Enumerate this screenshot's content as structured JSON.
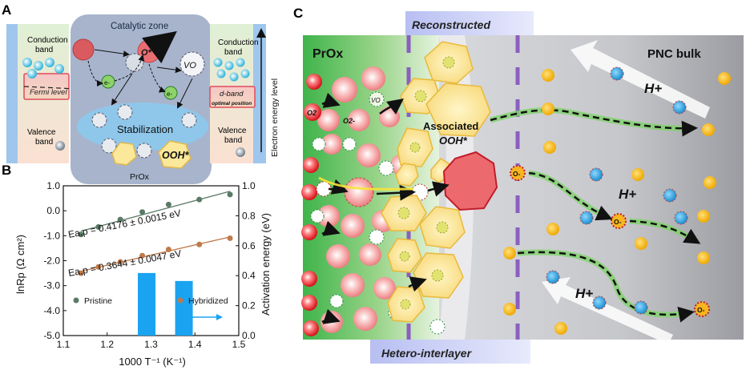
{
  "panelA": {
    "letter": "A",
    "conduction_band_left": [
      "Conduction",
      "band"
    ],
    "fermi_level": "Fermi level",
    "valence_band_left": [
      "Valence",
      "band"
    ],
    "catalytic_zone": "Catalytic zone",
    "o_star": "O*",
    "v_o": "VO",
    "electron": "e-",
    "stabilization": "Stabilization",
    "ooh_star": "OOH*",
    "prox": "PrOx",
    "conduction_band_right": [
      "Conduction",
      "band"
    ],
    "d_band": "d-band",
    "optimal_position": "optimal position",
    "valence_band_right": [
      "Valence",
      "band"
    ],
    "energy_axis": "Electron energy level"
  },
  "panelB": {
    "letter": "B",
    "ylabel_left": "lnRp (Ω cm²)",
    "ylabel_right": "Activation energy (eV)",
    "xlabel": "1000 T⁻¹ (K⁻¹)",
    "eq_pristine": "Ea,p = 0.4176 ± 0.0015 eV",
    "eq_hybridized": "Ea,p = 0.3644 ± 0.0047 eV",
    "legend_pristine": "Pristine",
    "legend_hybridized": "Hybridized"
  },
  "chart_data": {
    "type": "scatter",
    "title": "",
    "xlabel": "1000 T^-1 (K^-1)",
    "ylabel": "lnRp (Ω cm²)",
    "y2label": "Activation energy (eV)",
    "xlim": [
      1.1,
      1.5
    ],
    "ylim": [
      -5.0,
      1.0
    ],
    "y2lim": [
      0.0,
      1.0
    ],
    "xticks": [
      "1.1",
      "1.2",
      "1.3",
      "1.4",
      "1.5"
    ],
    "yticks": [
      "-5.0",
      "-4.0",
      "-3.0",
      "-2.0",
      "-1.0",
      "0.0",
      "1.0"
    ],
    "y2ticks": [
      "0.0",
      "0.2",
      "0.4",
      "0.6",
      "0.8",
      "1.0"
    ],
    "series": [
      {
        "name": "Pristine",
        "color": "#5a7a66",
        "x": [
          1.14,
          1.18,
          1.23,
          1.28,
          1.34,
          1.41,
          1.48
        ],
        "y": [
          -0.95,
          -0.65,
          -0.35,
          -0.05,
          0.25,
          0.45,
          0.65
        ]
      },
      {
        "name": "Hybridized",
        "color": "#c07a4a",
        "x": [
          1.14,
          1.18,
          1.23,
          1.28,
          1.34,
          1.41,
          1.48
        ],
        "y": [
          -2.5,
          -2.25,
          -2.05,
          -1.8,
          -1.55,
          -1.35,
          -1.1
        ]
      }
    ],
    "bars": {
      "axis": "y2",
      "x": [
        1.29,
        1.375
      ],
      "values": [
        0.4176,
        0.3644
      ],
      "color": "#1aa3f0"
    }
  },
  "panelC": {
    "letter": "C",
    "reconstructed": "Reconstructed",
    "prox": "PrOx",
    "pnc_bulk": "PNC bulk",
    "o2": "O2",
    "o2_minus": "O2-",
    "vo": "VO",
    "associated": [
      "Associated",
      "OOH*"
    ],
    "o_minus": "O-",
    "h_plus": "H+",
    "hetero_interlayer": "Hetero-interlayer"
  }
}
